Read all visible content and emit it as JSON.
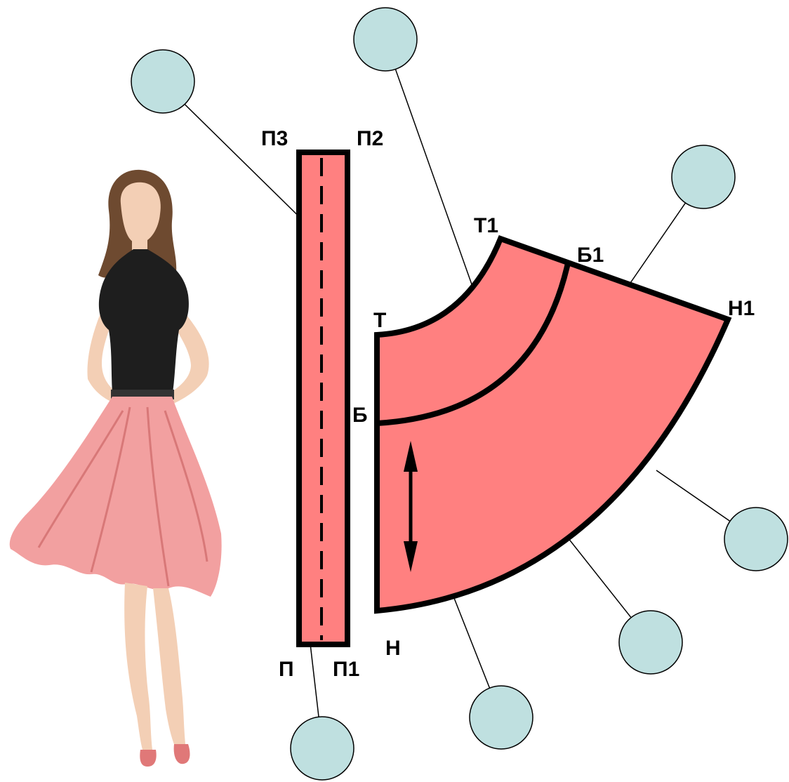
{
  "colors": {
    "pattern_fill": "#ff8080",
    "callout_fill": "#bfe0e0",
    "outline": "#000000",
    "skirt_fill": "#f2a0a0",
    "top_fill": "#1e1e1e",
    "skin": "#f3cfb5",
    "hair": "#6e4a30"
  },
  "waistband_labels": {
    "p3": "П3",
    "p2": "П2",
    "p": "П",
    "p1": "П1"
  },
  "panel_labels": {
    "t": "Т",
    "t1": "Т1",
    "b": "Б",
    "b1": "Б1",
    "n": "Н",
    "n1": "Н1"
  },
  "icons": {
    "grain_line": "double-headed-arrow-icon",
    "fold_line": "dashed-line"
  }
}
